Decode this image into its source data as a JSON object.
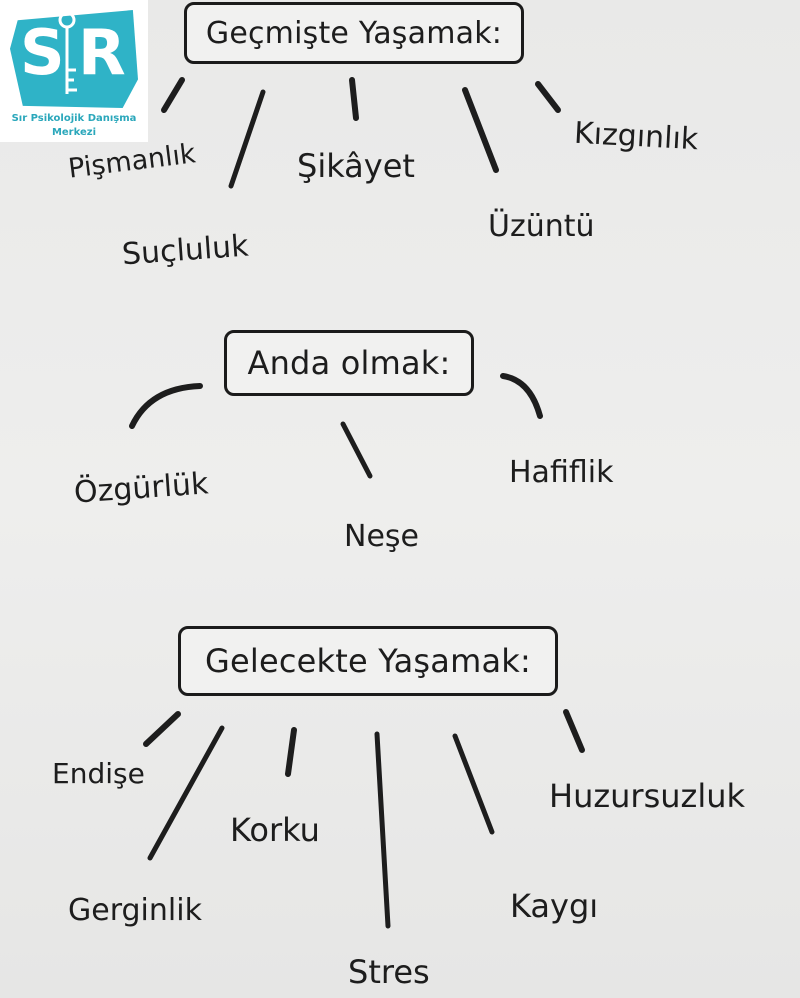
{
  "logo": {
    "letter_left": "S",
    "letter_right": "R",
    "line1": "Sır Psikolojik Danışma",
    "line2": "Merkezi",
    "icon": "key-icon",
    "brand_color": "#2fb3c7"
  },
  "sections": {
    "past": {
      "title": "Geçmişte Yaşamak:",
      "items": [
        "Pişmanlık",
        "Suçluluk",
        "Şikâyet",
        "Üzüntü",
        "Kızgınlık"
      ]
    },
    "present": {
      "title": "Anda olmak:",
      "items": [
        "Özgürlük",
        "Neşe",
        "Hafiflik"
      ]
    },
    "future": {
      "title": "Gelecekte Yaşamak:",
      "items": [
        "Endişe",
        "Gerginlik",
        "Korku",
        "Stres",
        "Kaygı",
        "Huzursuzluk"
      ]
    }
  },
  "colors": {
    "ink": "#1d1d1d",
    "paper": "#ebebea"
  }
}
